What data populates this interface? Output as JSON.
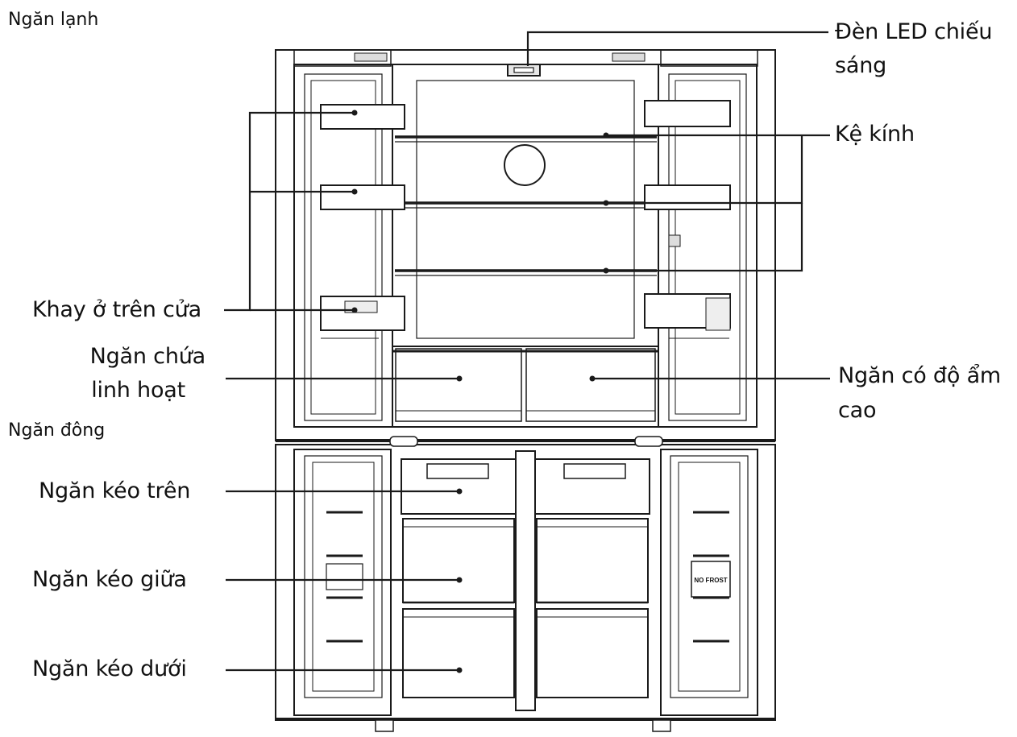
{
  "sections": {
    "fridge": "Ngăn lạnh",
    "freezer": "Ngăn đông"
  },
  "labels": {
    "led_line1": "Đèn LED chiếu",
    "led_line2": "sáng",
    "glass_shelf": "Kệ kính",
    "door_tray": "Khay ở trên cửa",
    "flex_line1": "Ngăn chứa",
    "flex_line2": "linh hoạt",
    "humid_line1": "Ngăn có độ ẩm",
    "humid_line2": "cao",
    "top_drawer": "Ngăn kéo trên",
    "mid_drawer": "Ngăn kéo giữa",
    "bottom_drawer": "Ngăn kéo dưới"
  },
  "badges": {
    "no_frost": "NO FROST"
  }
}
